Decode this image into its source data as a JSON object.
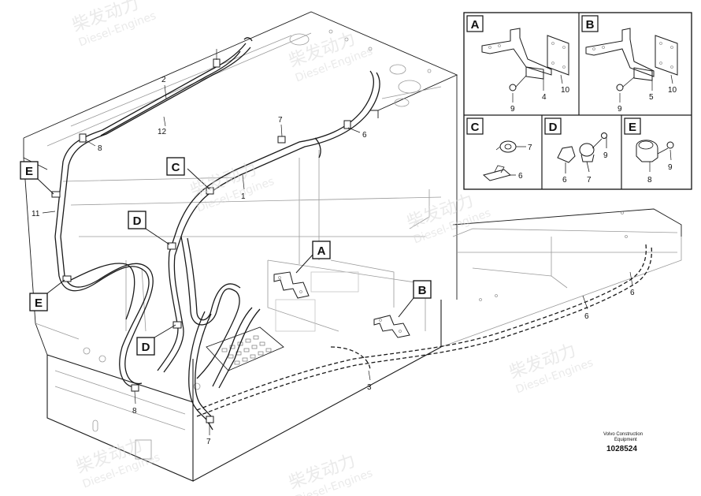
{
  "diagram": {
    "callouts": [
      {
        "id": "c1",
        "letter": "A"
      },
      {
        "id": "c2",
        "letter": "B"
      },
      {
        "id": "c3",
        "letter": "C"
      },
      {
        "id": "c4",
        "letter": "D"
      },
      {
        "id": "c5",
        "letter": "D"
      },
      {
        "id": "c6",
        "letter": "E"
      },
      {
        "id": "c7",
        "letter": "E"
      }
    ],
    "part_numbers": [
      "1",
      "2",
      "3",
      "6",
      "6",
      "6",
      "7",
      "7",
      "8",
      "8",
      "11",
      "12"
    ],
    "details": [
      {
        "letter": "A",
        "parts": [
          "9",
          "4",
          "10"
        ]
      },
      {
        "letter": "B",
        "parts": [
          "9",
          "5",
          "10"
        ]
      },
      {
        "letter": "C",
        "parts": [
          "7",
          "6"
        ]
      },
      {
        "letter": "D",
        "parts": [
          "9",
          "6",
          "7"
        ]
      },
      {
        "letter": "E",
        "parts": [
          "9",
          "8"
        ]
      }
    ],
    "credit_line1": "Volvo Construction",
    "credit_line2": "Equipment",
    "drawing_number": "1028524"
  },
  "watermark": {
    "brand_cn": "柴发动力",
    "brand_en": "Diesel-Engines"
  }
}
